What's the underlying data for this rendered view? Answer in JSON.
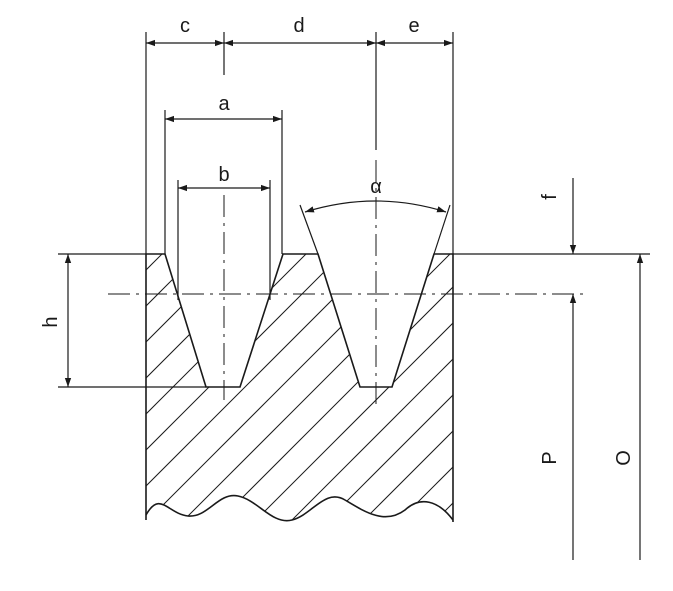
{
  "labels": {
    "c": "c",
    "d": "d",
    "e": "e",
    "a": "a",
    "b": "b",
    "alpha": "α",
    "f": "f",
    "h": "h",
    "P": "P",
    "O": "O"
  },
  "colors": {
    "line": "#1a1a1a",
    "background": "#ffffff"
  }
}
